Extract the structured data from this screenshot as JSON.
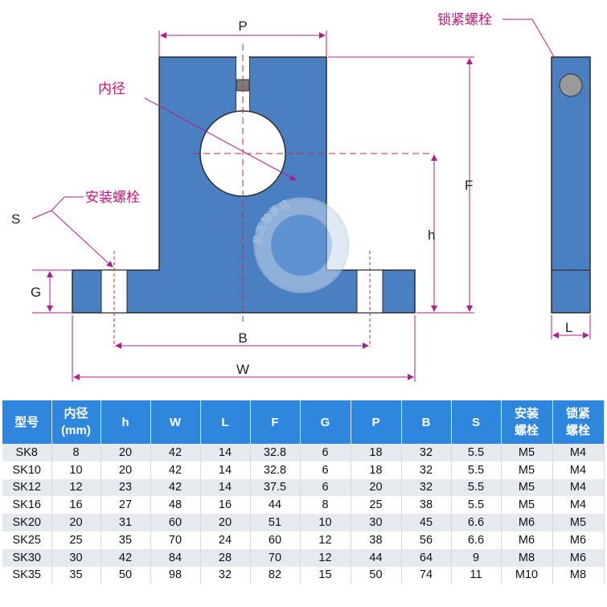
{
  "drawing": {
    "dimensions": {
      "P": "P",
      "F": "F",
      "h": "h",
      "B": "B",
      "W": "W",
      "G": "G",
      "S": "S",
      "L": "L"
    },
    "callouts": {
      "bore": "内径",
      "mount_bolt": "安装螺栓",
      "lock_bolt": "锁紧螺栓"
    },
    "watermark": "品正轴承店"
  },
  "table": {
    "headers": [
      "型号",
      "内径\n(mm)",
      "h",
      "W",
      "L",
      "F",
      "G",
      "P",
      "B",
      "S",
      "安装\n螺栓",
      "锁紧\n螺栓"
    ],
    "rows": [
      [
        "SK8",
        "8",
        "20",
        "42",
        "14",
        "32.8",
        "6",
        "18",
        "32",
        "5.5",
        "M5",
        "M4"
      ],
      [
        "SK10",
        "10",
        "20",
        "42",
        "14",
        "32.8",
        "6",
        "18",
        "32",
        "5.5",
        "M5",
        "M4"
      ],
      [
        "SK12",
        "12",
        "23",
        "42",
        "14",
        "37.5",
        "6",
        "20",
        "32",
        "5.5",
        "M5",
        "M4"
      ],
      [
        "SK16",
        "16",
        "27",
        "48",
        "16",
        "44",
        "8",
        "25",
        "38",
        "5.5",
        "M5",
        "M4"
      ],
      [
        "SK20",
        "20",
        "31",
        "60",
        "20",
        "51",
        "10",
        "30",
        "45",
        "6.6",
        "M6",
        "M5"
      ],
      [
        "SK25",
        "25",
        "35",
        "70",
        "24",
        "60",
        "12",
        "38",
        "56",
        "6.6",
        "M6",
        "M6"
      ],
      [
        "SK30",
        "30",
        "42",
        "84",
        "28",
        "70",
        "12",
        "44",
        "64",
        "9",
        "M8",
        "M6"
      ],
      [
        "SK35",
        "35",
        "50",
        "98",
        "32",
        "82",
        "15",
        "50",
        "74",
        "11",
        "M10",
        "M8"
      ]
    ]
  }
}
